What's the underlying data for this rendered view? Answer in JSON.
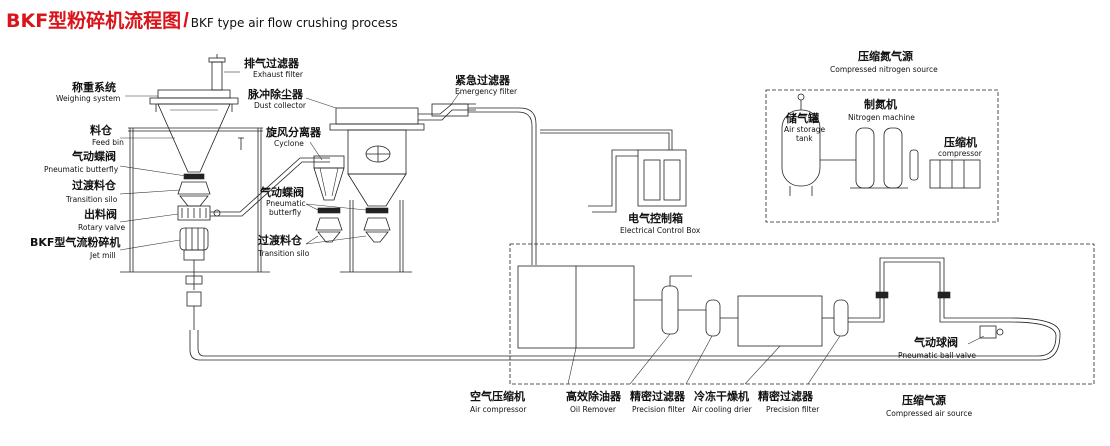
{
  "title": {
    "cn": "BKF型粉碎机流程图",
    "slash": "/",
    "en": "BKF type air flow crushing process"
  },
  "labels": {
    "exhaust_filter": {
      "cn": "排气过滤器",
      "en": "Exhaust filter"
    },
    "weighing_system": {
      "cn": "称重系统",
      "en": "Weighing system"
    },
    "dust_collector": {
      "cn": "脉冲除尘器",
      "en": "Dust collector"
    },
    "emergency_filter": {
      "cn": "紧急过滤器",
      "en": "Emergency filter"
    },
    "nitrogen_source": {
      "cn": "压缩氮气源",
      "en": "Compressed nitrogen source"
    },
    "feed_bin": {
      "cn": "料仓",
      "en": "Feed bin"
    },
    "pneumatic_butterfly_left": {
      "cn": "气动蝶阀",
      "en": "Pneumatic butterfly"
    },
    "cyclone": {
      "cn": "旋风分离器",
      "en": "Cyclone"
    },
    "transition_silo_left": {
      "cn": "过渡料仓",
      "en": "Transition silo"
    },
    "rotary_valve": {
      "cn": "出料阀",
      "en": "Rotary valve"
    },
    "jet_mill": {
      "cn": "BKF型气流粉碎机",
      "en": "Jet mill"
    },
    "pneumatic_butterfly_mid": {
      "cn": "气动蝶阀",
      "en": "Pneumatic",
      "en2": "butterfly"
    },
    "transition_silo_mid": {
      "cn": "过渡料仓",
      "en": "Transition silo"
    },
    "electrical_box": {
      "cn": "电气控制箱",
      "en": "Electrical Control Box"
    },
    "air_storage_tank": {
      "cn": "储气罐",
      "en": "Air storage",
      "en2": "tank"
    },
    "nitrogen_machine": {
      "cn": "制氮机",
      "en": "Nitrogen machine"
    },
    "compressor": {
      "cn": "压缩机",
      "en": "compressor"
    },
    "pneumatic_ball_valve": {
      "cn": "气动球阀",
      "en": "Pneumatic ball valve"
    },
    "air_compressor": {
      "cn": "空气压缩机",
      "en": "Air compressor"
    },
    "oil_remover": {
      "cn": "高效除油器",
      "en": "Oil Remover"
    },
    "precision_filter_1": {
      "cn": "精密过滤器",
      "en": "Precision filter"
    },
    "air_cooling_drier": {
      "cn": "冷冻干燥机",
      "en": "Air cooling drier"
    },
    "precision_filter_2": {
      "cn": "精密过滤器",
      "en": "Precision filter"
    },
    "air_source": {
      "cn": "压缩气源",
      "en": "Compressed air source"
    }
  },
  "colors": {
    "title_red": "#d9141b",
    "line": "#222222"
  }
}
